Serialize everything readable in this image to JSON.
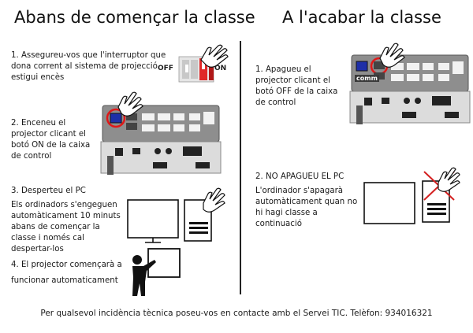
{
  "left": {
    "title": "Abans de començar la classe",
    "steps": [
      {
        "text": "1. Assegureu-vos que l'interruptor que dona corrent al sistema de projecció estigui encès"
      },
      {
        "text": "2. Enceneu el projector clicant el botó ON de la caixa de control"
      },
      {
        "title": "3. Desperteu el PC",
        "text": "Els ordinadors s'engeguen automàticament 10 minuts abans de començar la classe i només cal despertar-los"
      },
      {
        "title": "4. El projector començarà a",
        "text": "funcionar automaticament"
      }
    ],
    "switch": {
      "off_label": "OFF",
      "on_label": "ON"
    }
  },
  "right": {
    "title": "A l'acabar la classe",
    "steps": [
      {
        "text": "1. Apagueu el projector clicant el botó OFF de la caixa de control"
      },
      {
        "title": "2. NO APAGUEU EL PC",
        "text": "L'ordinador s'apagarà automàticament quan no hi hagi classe a continuació"
      }
    ]
  },
  "control_box": {
    "brand": "comm"
  },
  "footer": "Per qualsevol incidència tècnica poseu-vos en contacte amb el Servei TIC. Telèfon: 934016321",
  "colors": {
    "highlight": "#e01818",
    "on_button": "#1e2fa8",
    "x_mark": "#d42020"
  }
}
